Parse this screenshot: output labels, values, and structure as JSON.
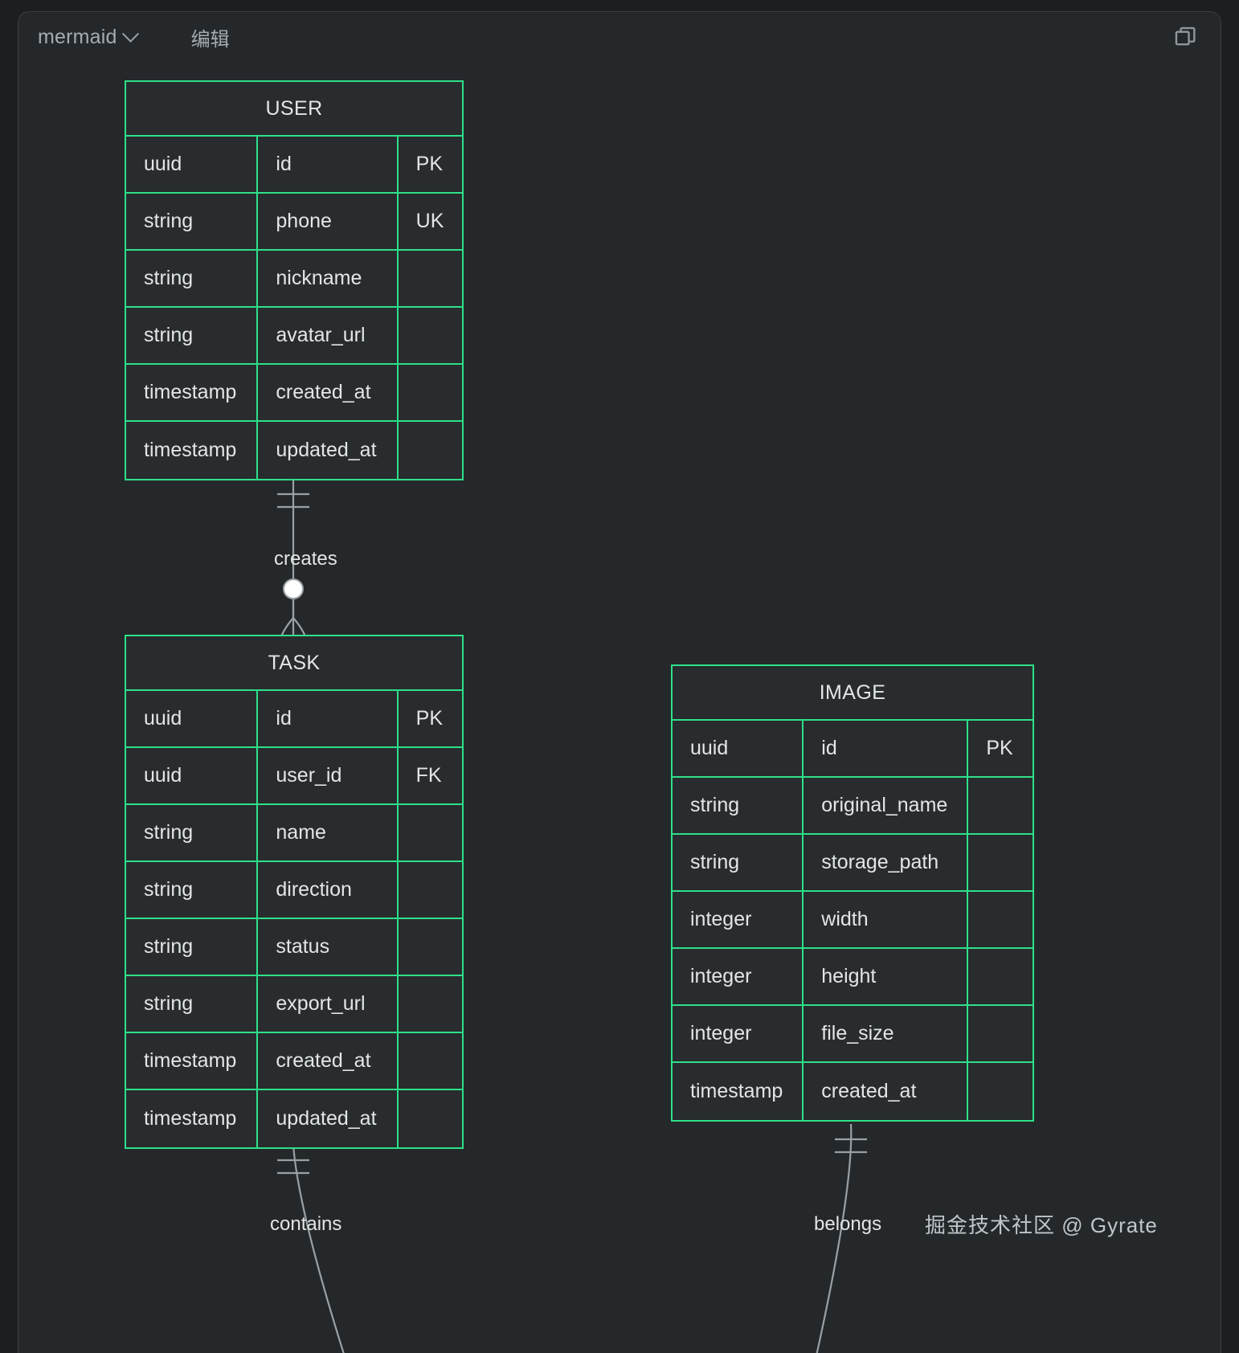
{
  "toolbar": {
    "language_label": "mermaid",
    "chevron_icon": "chevron-down-icon",
    "edit_label": "编辑",
    "copy_icon": "copy-icon"
  },
  "diagram": {
    "type": "er-diagram",
    "accent_color": "#2ee08a",
    "background_color": "#24282a",
    "entities": [
      {
        "id": "user",
        "name": "USER",
        "attributes": [
          {
            "type": "uuid",
            "name": "id",
            "key": "PK"
          },
          {
            "type": "string",
            "name": "phone",
            "key": "UK"
          },
          {
            "type": "string",
            "name": "nickname",
            "key": ""
          },
          {
            "type": "string",
            "name": "avatar_url",
            "key": ""
          },
          {
            "type": "timestamp",
            "name": "created_at",
            "key": ""
          },
          {
            "type": "timestamp",
            "name": "updated_at",
            "key": ""
          }
        ]
      },
      {
        "id": "task",
        "name": "TASK",
        "attributes": [
          {
            "type": "uuid",
            "name": "id",
            "key": "PK"
          },
          {
            "type": "uuid",
            "name": "user_id",
            "key": "FK"
          },
          {
            "type": "string",
            "name": "name",
            "key": ""
          },
          {
            "type": "string",
            "name": "direction",
            "key": ""
          },
          {
            "type": "string",
            "name": "status",
            "key": ""
          },
          {
            "type": "string",
            "name": "export_url",
            "key": ""
          },
          {
            "type": "timestamp",
            "name": "created_at",
            "key": ""
          },
          {
            "type": "timestamp",
            "name": "updated_at",
            "key": ""
          }
        ]
      },
      {
        "id": "image",
        "name": "IMAGE",
        "attributes": [
          {
            "type": "uuid",
            "name": "id",
            "key": "PK"
          },
          {
            "type": "string",
            "name": "original_name",
            "key": ""
          },
          {
            "type": "string",
            "name": "storage_path",
            "key": ""
          },
          {
            "type": "integer",
            "name": "width",
            "key": ""
          },
          {
            "type": "integer",
            "name": "height",
            "key": ""
          },
          {
            "type": "integer",
            "name": "file_size",
            "key": ""
          },
          {
            "type": "timestamp",
            "name": "created_at",
            "key": ""
          }
        ]
      }
    ],
    "relationships": [
      {
        "id": "creates",
        "label": "creates",
        "from": "USER",
        "to": "TASK",
        "from_cardinality": "exactly-one",
        "to_cardinality": "zero-or-many"
      },
      {
        "id": "contains",
        "label": "contains",
        "from": "TASK",
        "to": "",
        "from_cardinality": "exactly-one",
        "to_cardinality": ""
      },
      {
        "id": "belongs",
        "label": "belongs",
        "from": "IMAGE",
        "to": "",
        "from_cardinality": "exactly-one",
        "to_cardinality": ""
      }
    ]
  },
  "watermark": {
    "text": "掘金技术社区 @ Gyrate"
  }
}
